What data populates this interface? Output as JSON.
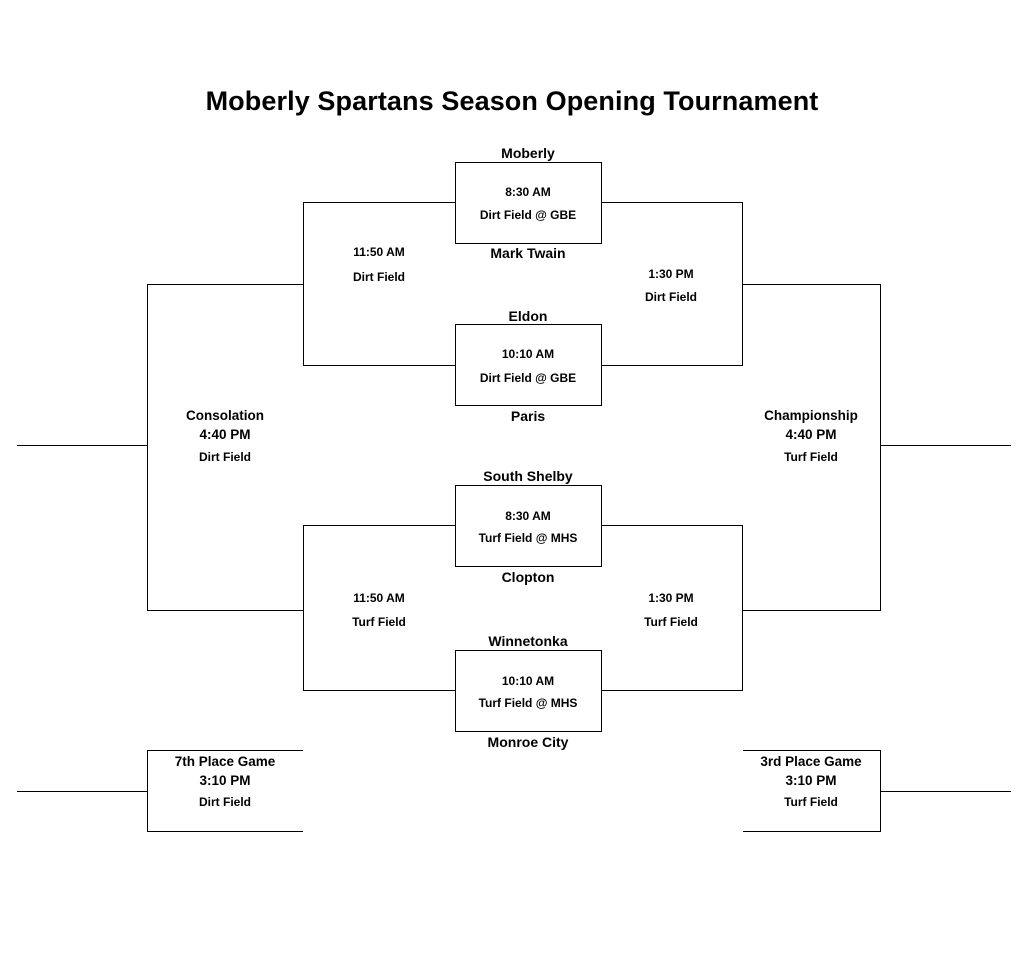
{
  "title": "Moberly Spartans Season Opening Tournament",
  "first_round": [
    {
      "team_top": "Moberly",
      "time": "8:30 AM",
      "field": "Dirt Field @ GBE",
      "team_bottom": "Mark Twain"
    },
    {
      "team_top": "Eldon",
      "time": "10:10 AM",
      "field": "Dirt Field @ GBE",
      "team_bottom": "Paris"
    },
    {
      "team_top": "South Shelby",
      "time": "8:30 AM",
      "field": "Turf Field @ MHS",
      "team_bottom": "Clopton"
    },
    {
      "team_top": "Winnetonka",
      "time": "10:10 AM",
      "field": "Turf Field @ MHS",
      "team_bottom": "Monroe City"
    }
  ],
  "second_round": {
    "top_left": {
      "time": "11:50 AM",
      "field": "Dirt Field"
    },
    "top_right": {
      "time": "1:30 PM",
      "field": "Dirt Field"
    },
    "bottom_left": {
      "time": "11:50 AM",
      "field": "Turf Field"
    },
    "bottom_right": {
      "time": "1:30 PM",
      "field": "Turf Field"
    }
  },
  "consolation": {
    "label": "Consolation",
    "time": "4:40 PM",
    "field": "Dirt Field"
  },
  "championship": {
    "label": "Championship",
    "time": "4:40 PM",
    "field": "Turf Field"
  },
  "seventh_place": {
    "label": "7th Place Game",
    "time": "3:10 PM",
    "field": "Dirt Field"
  },
  "third_place": {
    "label": "3rd Place Game",
    "time": "3:10 PM",
    "field": "Turf Field"
  }
}
